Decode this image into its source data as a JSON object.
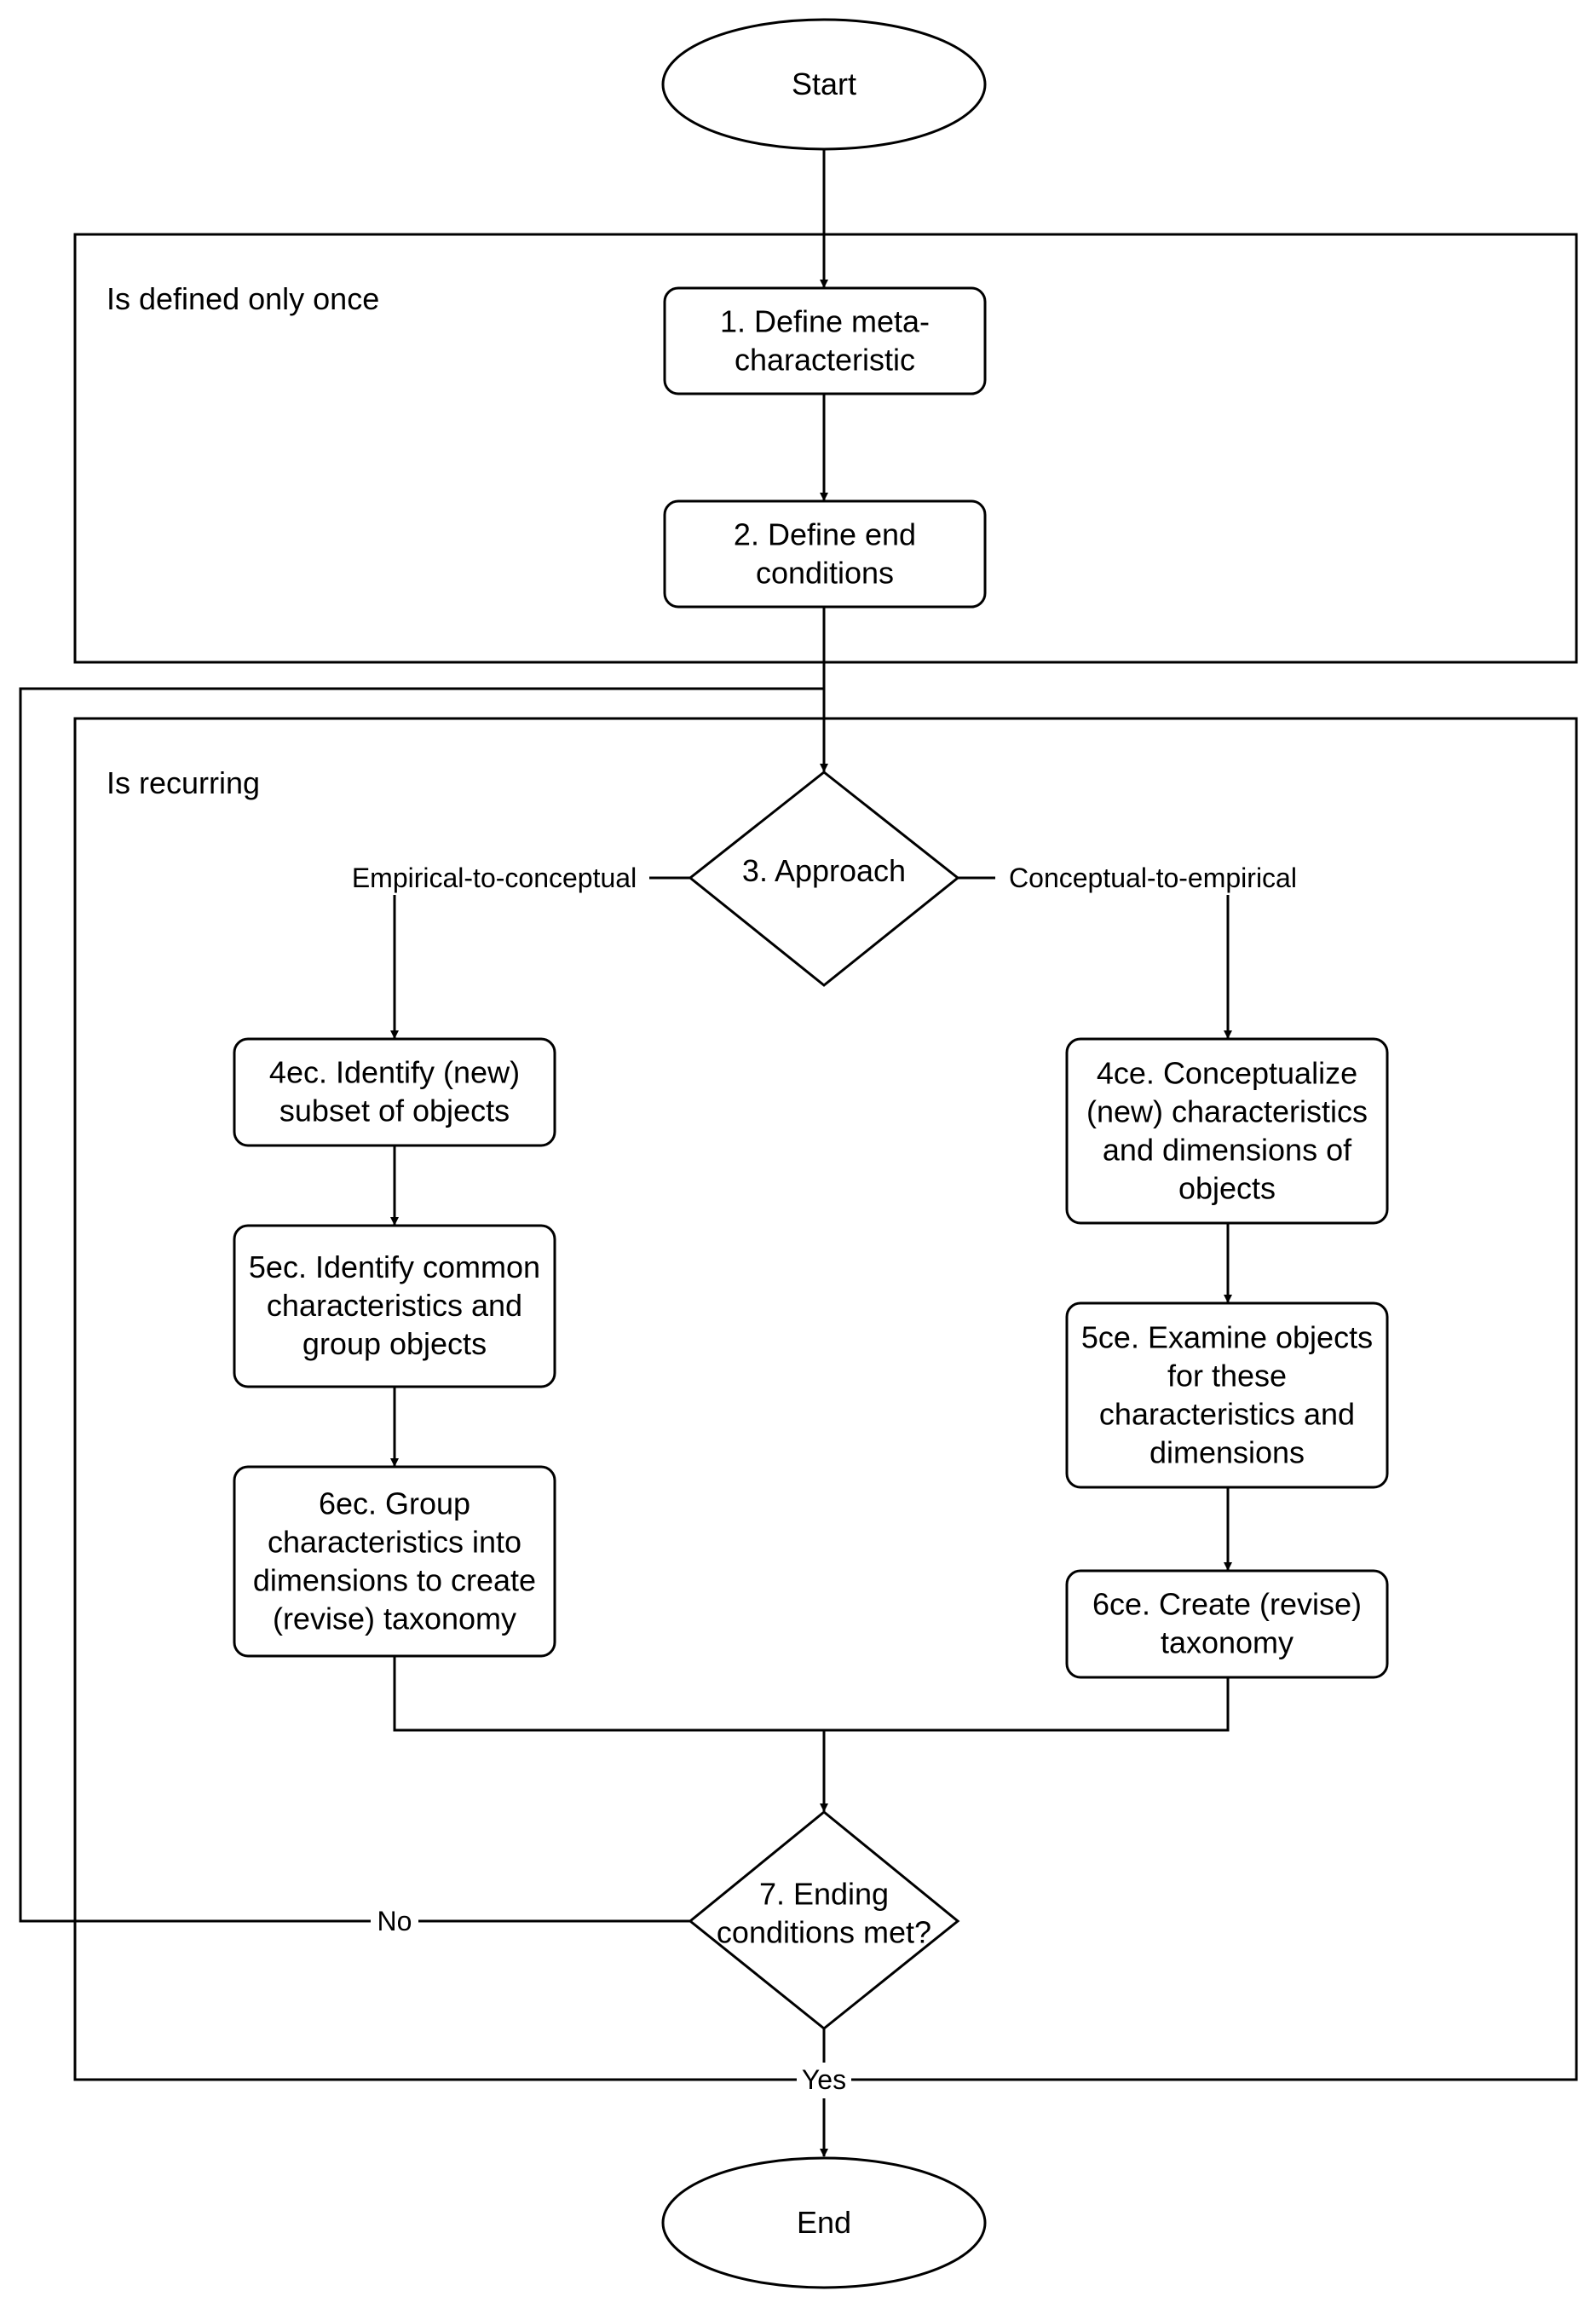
{
  "diagram": {
    "groups": {
      "once": "Is defined only once",
      "recurring": "Is recurring"
    },
    "nodes": {
      "start": "Start",
      "n1": [
        "1. Define meta-",
        "characteristic"
      ],
      "n2": [
        "2. Define end",
        "conditions"
      ],
      "n3": "3. Approach",
      "n4ec": [
        "4ec. Identify (new)",
        "subset of objects"
      ],
      "n5ec": [
        "5ec. Identify common",
        "characteristics and",
        "group objects"
      ],
      "n6ec": [
        "6ec. Group",
        "characteristics into",
        "dimensions to create",
        "(revise) taxonomy"
      ],
      "n4ce": [
        "4ce. Conceptualize",
        "(new) characteristics",
        "and dimensions of",
        "objects"
      ],
      "n5ce": [
        "5ce. Examine objects",
        "for these",
        "characteristics and",
        "dimensions"
      ],
      "n6ce": [
        "6ce. Create (revise)",
        "taxonomy"
      ],
      "n7": [
        "7. Ending",
        "conditions met?"
      ],
      "end": "End"
    },
    "edges": {
      "empirical": "Empirical-to-conceptual",
      "conceptual": "Conceptual-to-empirical",
      "no": "No",
      "yes": "Yes"
    }
  }
}
